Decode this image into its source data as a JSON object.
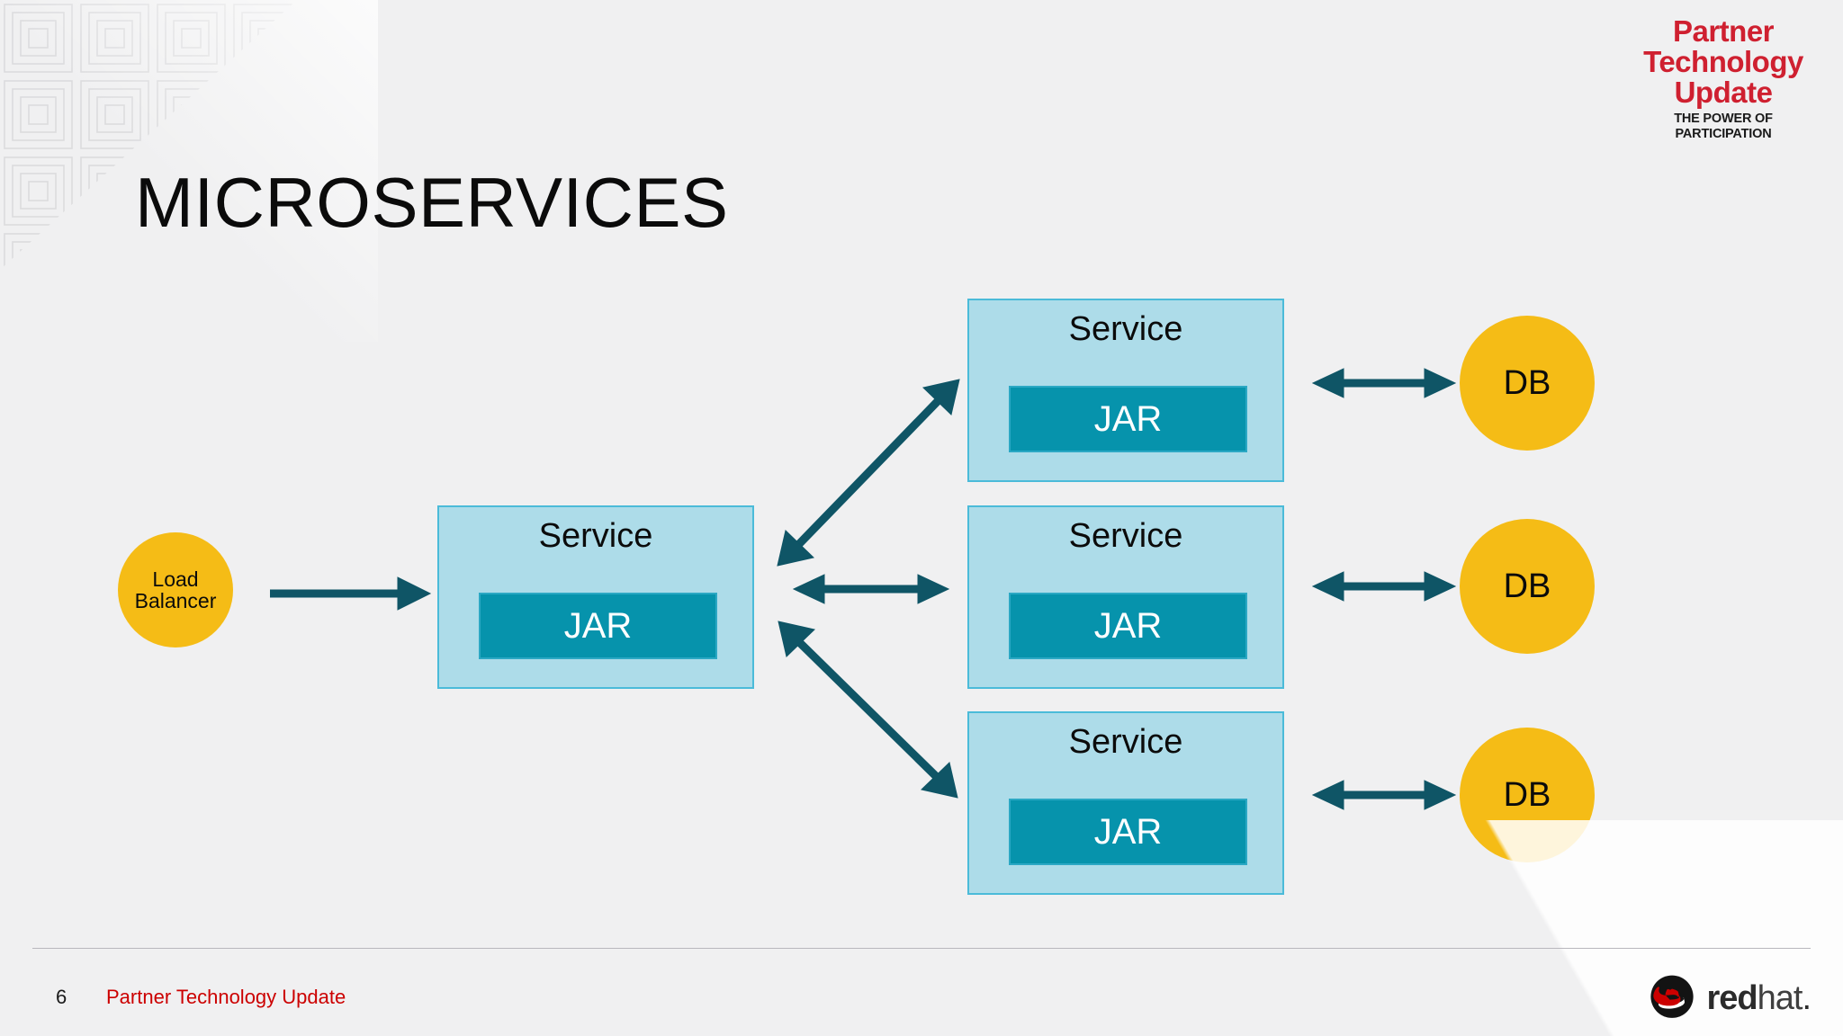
{
  "slide": {
    "title": "MICROSERVICES",
    "background_color": "#f0f0f1"
  },
  "brand_logo": {
    "line1": "Partner",
    "line2": "Technology",
    "line3": "Update",
    "tagline": "THE POWER OF\nPARTICIPATION",
    "color": "#cf2030",
    "tagline_color": "#1a1a1a"
  },
  "diagram": {
    "load_balancer": {
      "label": "Load\nBalancer",
      "color": "#f5bc16"
    },
    "services": [
      {
        "label": "Service",
        "inner_label": "JAR"
      },
      {
        "label": "Service",
        "inner_label": "JAR"
      },
      {
        "label": "Service",
        "inner_label": "JAR"
      },
      {
        "label": "Service",
        "inner_label": "JAR"
      }
    ],
    "databases": [
      {
        "label": "DB"
      },
      {
        "label": "DB"
      },
      {
        "label": "DB"
      }
    ],
    "colors": {
      "service_fill": "#addce9",
      "service_border": "#4bbbd9",
      "jar_fill": "#0693ac",
      "jar_border": "#2ba8c4",
      "db_fill": "#f5bc16",
      "arrow": "#0f5566"
    },
    "connections": [
      {
        "from": "load-balancer",
        "to": "service-gateway",
        "type": "single"
      },
      {
        "from": "service-gateway",
        "to": "service-top",
        "type": "double"
      },
      {
        "from": "service-gateway",
        "to": "service-middle",
        "type": "double"
      },
      {
        "from": "service-gateway",
        "to": "service-bottom",
        "type": "double"
      },
      {
        "from": "service-top",
        "to": "db-top",
        "type": "double"
      },
      {
        "from": "service-middle",
        "to": "db-middle",
        "type": "double"
      },
      {
        "from": "service-bottom",
        "to": "db-bottom",
        "type": "double"
      }
    ]
  },
  "footer": {
    "page_number": "6",
    "text": "Partner Technology Update",
    "text_color": "#cc0000"
  },
  "redhat_logo": {
    "word_bold": "red",
    "word_light": "hat",
    "trademark": "."
  }
}
